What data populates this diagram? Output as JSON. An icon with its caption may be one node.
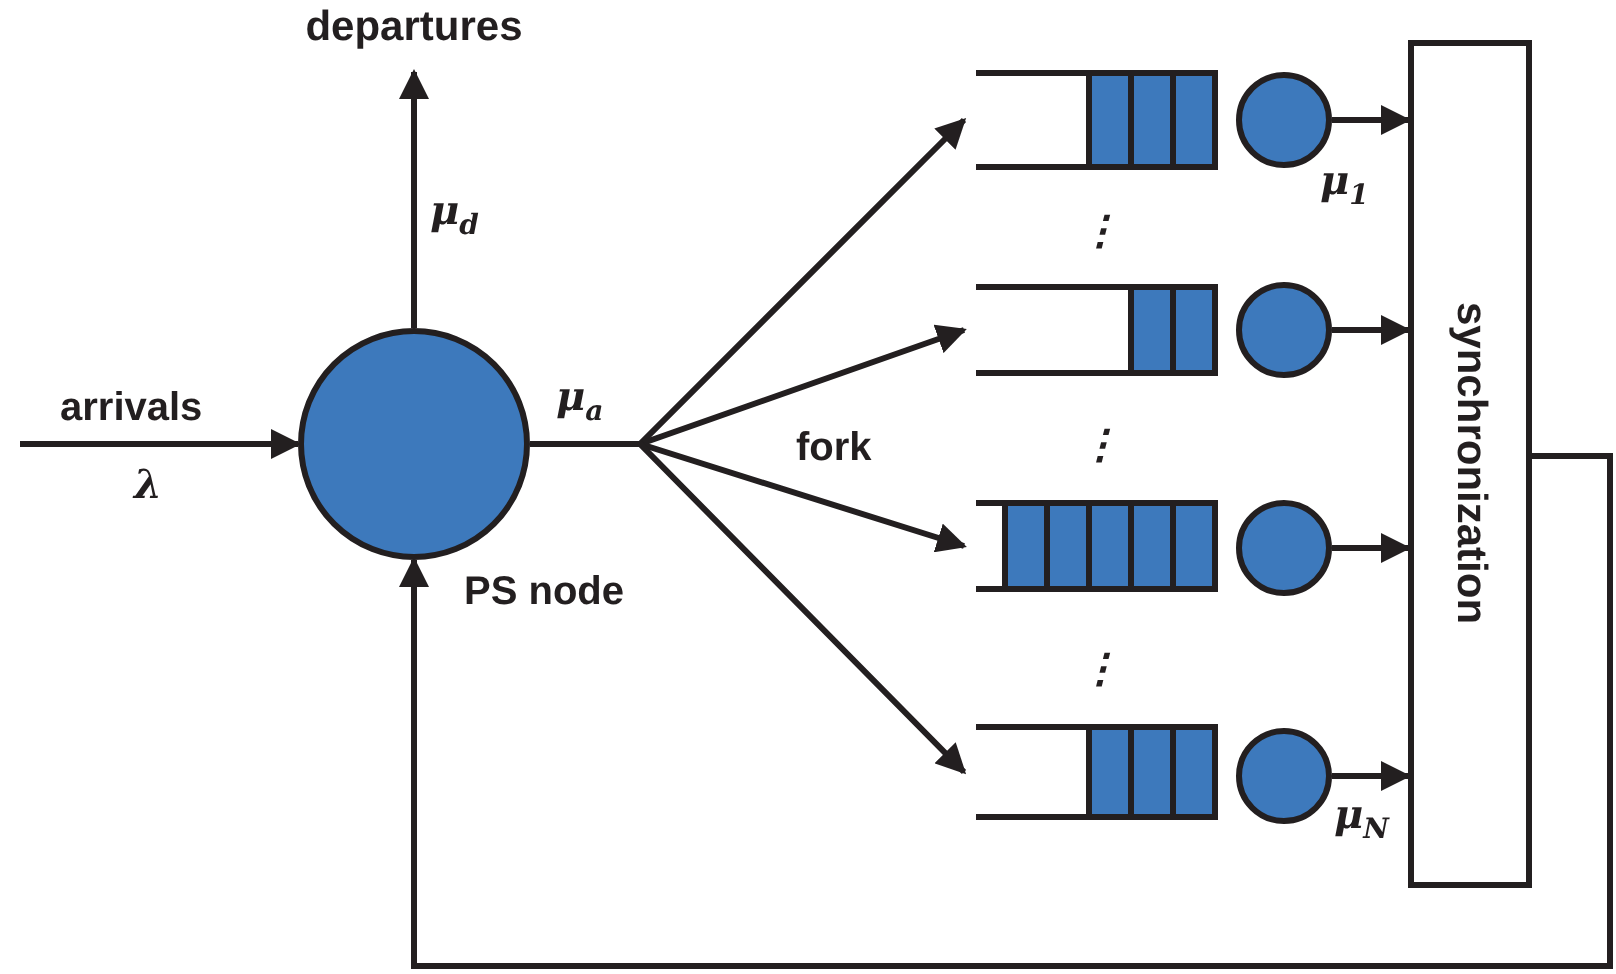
{
  "diagram": {
    "nodes": [
      {
        "text": [
          "departures"
        ]
      },
      {
        "text": [],
        "shape": "circle",
        "beside": [
          "PS node"
        ]
      },
      {
        "text": [],
        "shape": "box"
      },
      {
        "text": [],
        "shape": "box"
      },
      {
        "text": [],
        "shape": "box"
      },
      {
        "text": [],
        "shape": "box"
      },
      {
        "text": [],
        "shape": "circle"
      },
      {
        "text": [],
        "shape": "circle"
      },
      {
        "text": [],
        "shape": "circle"
      },
      {
        "text": [],
        "shape": "circle"
      },
      {
        "text": [
          "synchronization"
        ]
      }
    ],
    "edges": [
      {
        "from": null,
        "to": 1,
        "arrow": "to",
        "label": "arrivals"
      },
      {
        "from": 1,
        "to": 0,
        "arrow": "to"
      },
      {
        "from": 1,
        "to": 2,
        "arrow": "to"
      },
      {
        "from": 1,
        "to": 3,
        "arrow": "to"
      },
      {
        "from": 1,
        "to": 4,
        "arrow": "to"
      },
      {
        "from": 1,
        "to": 5,
        "arrow": "to"
      },
      {
        "from": 6,
        "to": 10,
        "arrow": "to"
      },
      {
        "from": 7,
        "to": 10,
        "arrow": "to"
      },
      {
        "from": 8,
        "to": 10,
        "arrow": "to"
      },
      {
        "from": 9,
        "to": 10,
        "arrow": "to"
      },
      {
        "from": 10,
        "to": 1,
        "arrow": "to"
      }
    ],
    "labels": [
      "μ$_{d}$",
      "μ$_{1}$",
      "⋮",
      "μ$_{a}$",
      "fork",
      "λ",
      "⋮",
      "⋮",
      "μ$_{N}$"
    ]
  }
}
